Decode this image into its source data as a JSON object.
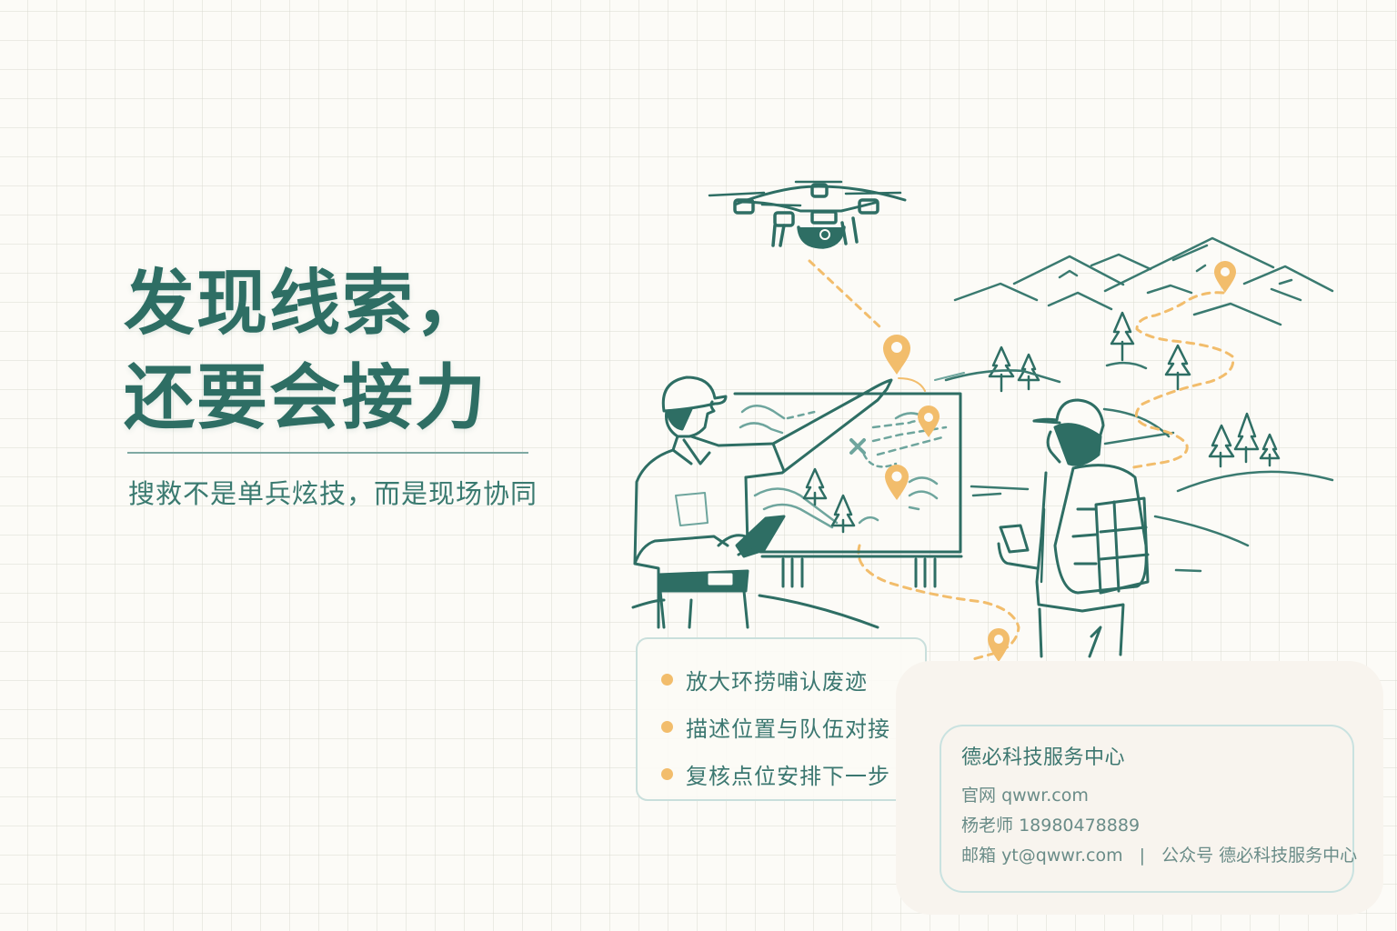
{
  "hero": {
    "title_line1": "发现线索，",
    "title_line2": "还要会接力",
    "subtitle": "搜救不是单兵炫技，而是现场协同"
  },
  "illustration": {
    "description": "Search-and-rescue scene: drone overhead, a rescuer in a cap pointing at a map board while holding a tablet, a second rescuer with a backpack holding a phone looking toward mountains, orange location pins connected by a dashed orange route",
    "icons": [
      "drone-icon",
      "location-pin-icon",
      "x-mark-icon",
      "tree-icon",
      "mountain-icon",
      "tablet-icon",
      "phone-icon",
      "backpack-icon"
    ]
  },
  "steps": {
    "items": [
      {
        "label": "放大环捞哺认废迹"
      },
      {
        "label": "描述位置与队伍对接"
      },
      {
        "label": "复核点位安排下一步"
      }
    ]
  },
  "contact": {
    "org_name": "德必科技服务中心",
    "website_label": "官网",
    "website": "qwwr.com",
    "teacher_label": "杨老师",
    "phone": "18980478889",
    "email_label": "邮箱",
    "email": "yt@qwwr.com",
    "separator": "|",
    "wechat_label": "公众号",
    "wechat": "德必科技服务中心"
  },
  "colors": {
    "background": "#fcfbf7",
    "primary_green": "#2e6e64",
    "accent_orange": "#f2bd6c",
    "card_border": "#c9e2e0",
    "contact_bg": "#f8f4ee"
  }
}
